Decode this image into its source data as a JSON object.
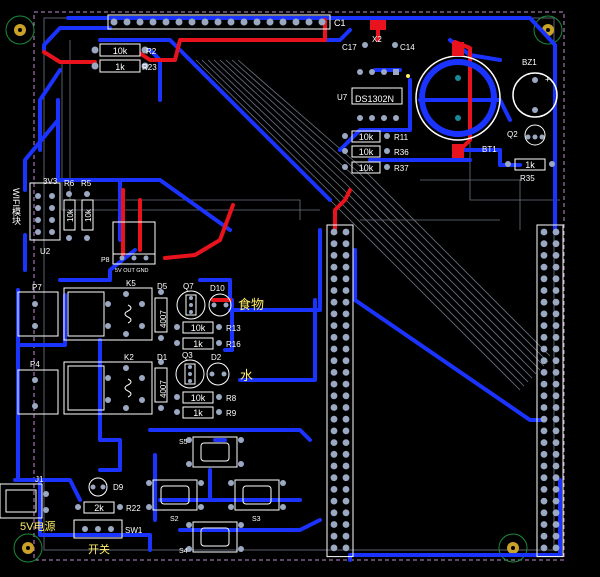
{
  "colors": {
    "background": "#000000",
    "trace_blue": "#1a33ff",
    "trace_red": "#e8131c",
    "pad_gray": "#9aa8c2",
    "silkscreen": "#ffffff",
    "label_yellow": "#ffee66",
    "outline_purple": "#c28ad6",
    "inner_gray": "#6c7380"
  },
  "components": {
    "c1": "C1",
    "c17": "C17",
    "x2": "X2",
    "c14": "C14",
    "u7": "U7",
    "ds1302": "DS1302N",
    "bz1": "BZ1",
    "bz_plus": "+",
    "q2": "Q2",
    "bt1": "BT1",
    "r2": "R2",
    "r23": "R23",
    "r2_value": "10k",
    "r23_value": "1k",
    "r11": "R11",
    "r11_value": "10k",
    "r36": "R36",
    "r36_value": "10k",
    "r37": "R37",
    "r37_value": "10k",
    "r35": "R35",
    "r35_value": "1k",
    "u3v3": "3V3",
    "wifi": "WIFI模块",
    "u2": "U2",
    "r6": "R6",
    "r5": "R5",
    "r6_value": "10k",
    "r5_value": "10k",
    "p8": "P8",
    "p8_pins": "5V OUT GND",
    "p7": "P7",
    "k5": "K5",
    "d5": "D5",
    "d5_value": "4007",
    "q7": "Q7",
    "d10": "D10",
    "food_label": "食物",
    "r13": "R13",
    "r13_value": "10k",
    "r16": "R16",
    "r16_value": "1k",
    "p4": "P4",
    "k2": "K2",
    "d1": "D1",
    "d1_value": "4007",
    "q3": "Q3",
    "d2": "D2",
    "water_label": "水",
    "r8": "R8",
    "r8_value": "10k",
    "r9": "R9",
    "r9_value": "1k",
    "s5": "S5",
    "s2": "S2",
    "s3": "S3",
    "s4": "S4",
    "j1": "J1",
    "d9": "D9",
    "r22": "R22",
    "r22_value": "2k",
    "power_label": "5V电源",
    "sw1": "SW1",
    "switch_label": "开关"
  }
}
